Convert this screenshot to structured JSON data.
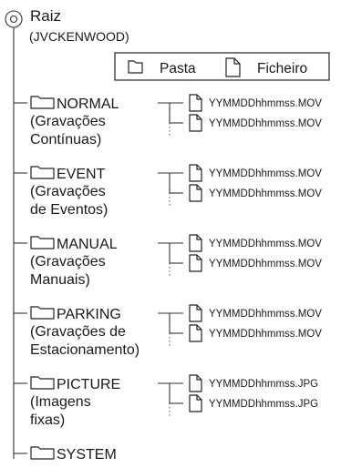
{
  "root": {
    "name": "Raiz",
    "sub": "(JVCKENWOOD)"
  },
  "legend": {
    "folder": "Pasta",
    "file": "Ficheiro"
  },
  "folders": [
    {
      "name": "NORMAL",
      "desc": [
        "(Gravações",
        "Contínuas)"
      ],
      "files": [
        "YYMMDDhhmmss.MOV",
        "YYMMDDhhmmss.MOV"
      ]
    },
    {
      "name": "EVENT",
      "desc": [
        "(Gravações",
        "de Eventos)"
      ],
      "files": [
        "YYMMDDhhmmss.MOV",
        "YYMMDDhhmmss.MOV"
      ]
    },
    {
      "name": "MANUAL",
      "desc": [
        "(Gravações",
        "Manuais)"
      ],
      "files": [
        "YYMMDDhhmmss.MOV",
        "YYMMDDhhmmss.MOV"
      ]
    },
    {
      "name": "PARKING",
      "desc": [
        "(Gravações de",
        "Estacionamento)"
      ],
      "files": [
        "YYMMDDhhmmss.MOV",
        "YYMMDDhhmmss.MOV"
      ]
    },
    {
      "name": "PICTURE",
      "desc": [
        "(Imagens",
        "fixas)"
      ],
      "files": [
        "YYMMDDhhmmss.JPG",
        "YYMMDDhhmmss.JPG"
      ]
    },
    {
      "name": "SYSTEM",
      "desc": [],
      "files": []
    }
  ]
}
